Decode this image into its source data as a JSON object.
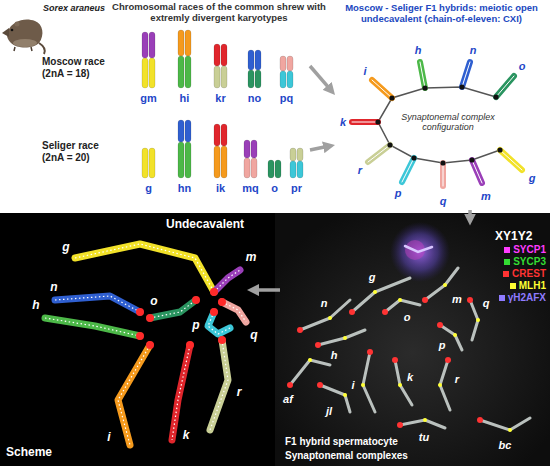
{
  "diagram": {
    "title": "Chromosomal races of the common shrew with extremly divergent karyotypes",
    "nodes": [
      {
        "text": [
          "Moscow race (2nA = 18)"
        ]
      },
      {
        "text": [
          "Seliger race (2nA = 20)"
        ]
      },
      {
        "text": [
          "Moscow - Seliger F1 hybrids: meiotic open undecavalent (chain-of-eleven: CXI)",
          "Synaptonemal complex configuration"
        ]
      },
      {
        "text": [
          "Undecavalent",
          "Scheme"
        ]
      },
      {
        "text": [
          "XY1Y2",
          "F1 hybrid spermatocyte",
          "Synaptonemal complexes"
        ]
      }
    ],
    "edges": [
      {
        "from": 0,
        "to": 2,
        "arrow": "to"
      },
      {
        "from": 1,
        "to": 2,
        "arrow": "to"
      },
      {
        "from": 2,
        "to": 4,
        "arrow": "to"
      },
      {
        "from": 4,
        "to": 3,
        "arrow": "to"
      }
    ],
    "labels": [
      "Sorex araneus",
      "gm",
      "hi",
      "kr",
      "no",
      "pq",
      "g",
      "hn",
      "ik",
      "mq",
      "o",
      "pr",
      "i",
      "h",
      "n",
      "o",
      "k",
      "r",
      "p",
      "q",
      "m",
      "g",
      "g",
      "m",
      "n",
      "h",
      "o",
      "q",
      "p",
      "r",
      "k",
      "i",
      "g",
      "m",
      "n",
      "h",
      "o",
      "q",
      "p",
      "r",
      "k",
      "i",
      "af",
      "jl",
      "bc",
      "tu"
    ],
    "legend": [
      {
        "text": "SYCP1",
        "color": "#ff3cff"
      },
      {
        "text": "SYCP3",
        "color": "#33dd33"
      },
      {
        "text": "CREST",
        "color": "#ff3333"
      },
      {
        "text": "MLH1",
        "color": "#ffff33"
      },
      {
        "text": "γH2AFX",
        "color": "#8f7bff"
      }
    ]
  }
}
